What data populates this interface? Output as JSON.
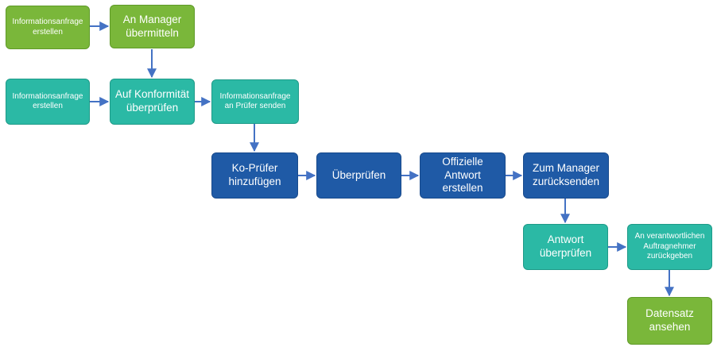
{
  "diagram": {
    "colors": {
      "green": "#7ab73a",
      "teal": "#2bb9a5",
      "navy": "#1f5aa6",
      "arrow": "#4472c4"
    },
    "nodes": [
      {
        "id": "n1",
        "label": "Informationsanfrage\nerstellen"
      },
      {
        "id": "n2",
        "label": "An Manager\nübermitteln"
      },
      {
        "id": "n3",
        "label": "Informationsanfrage\nerstellen"
      },
      {
        "id": "n4",
        "label": "Auf Konformität\nüberprüfen"
      },
      {
        "id": "n5",
        "label": "Informationsanfrage\nan Prüfer senden"
      },
      {
        "id": "n6",
        "label": "Ko-Prüfer\nhinzufügen"
      },
      {
        "id": "n7",
        "label": "Überprüfen"
      },
      {
        "id": "n8",
        "label": "Offizielle\nAntwort\nerstellen"
      },
      {
        "id": "n9",
        "label": "Zum Manager\nzurücksenden"
      },
      {
        "id": "n10",
        "label": "Antwort\nüberprüfen"
      },
      {
        "id": "n11",
        "label": "An verantwortlichen\nAuftragnehmer\nzurückgeben"
      },
      {
        "id": "n12",
        "label": "Datensatz\nansehen"
      }
    ],
    "edges": [
      [
        "n1",
        "n2"
      ],
      [
        "n2",
        "n4"
      ],
      [
        "n3",
        "n4"
      ],
      [
        "n4",
        "n5"
      ],
      [
        "n5",
        "n6"
      ],
      [
        "n6",
        "n7"
      ],
      [
        "n7",
        "n8"
      ],
      [
        "n8",
        "n9"
      ],
      [
        "n9",
        "n10"
      ],
      [
        "n10",
        "n11"
      ],
      [
        "n11",
        "n12"
      ]
    ]
  }
}
